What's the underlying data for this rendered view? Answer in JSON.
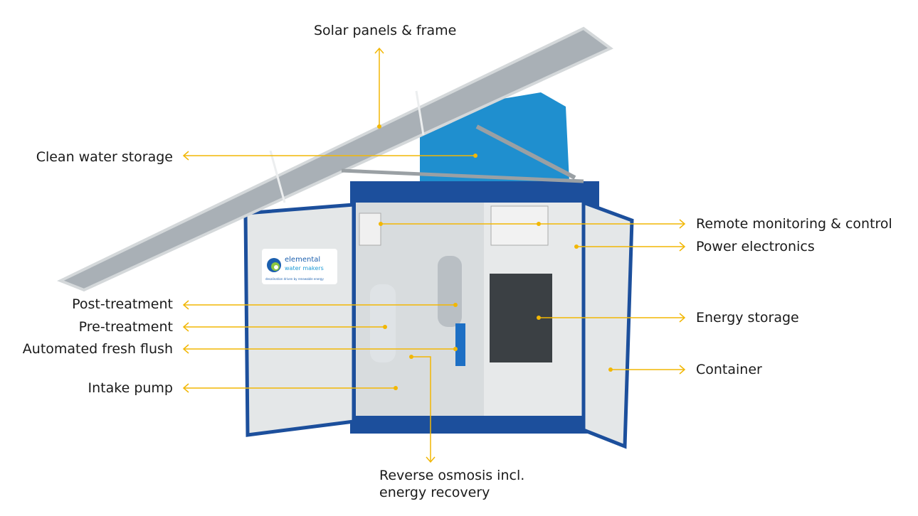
{
  "accent_color": "#f2b705",
  "labels": {
    "solar": "Solar panels & frame",
    "clean_water": "Clean water storage",
    "remote": "Remote monitoring & control",
    "power": "Power electronics",
    "post": "Post-treatment",
    "pre": "Pre-treatment",
    "flush": "Automated fresh flush",
    "intake": "Intake pump",
    "energy": "Energy storage",
    "container": "Container",
    "ro_line1": "Reverse osmosis incl.",
    "ro_line2": "energy recovery"
  },
  "logo": {
    "name1": "elemental",
    "name2": "water makers",
    "tagline": "desalination driven by renewable energy"
  }
}
